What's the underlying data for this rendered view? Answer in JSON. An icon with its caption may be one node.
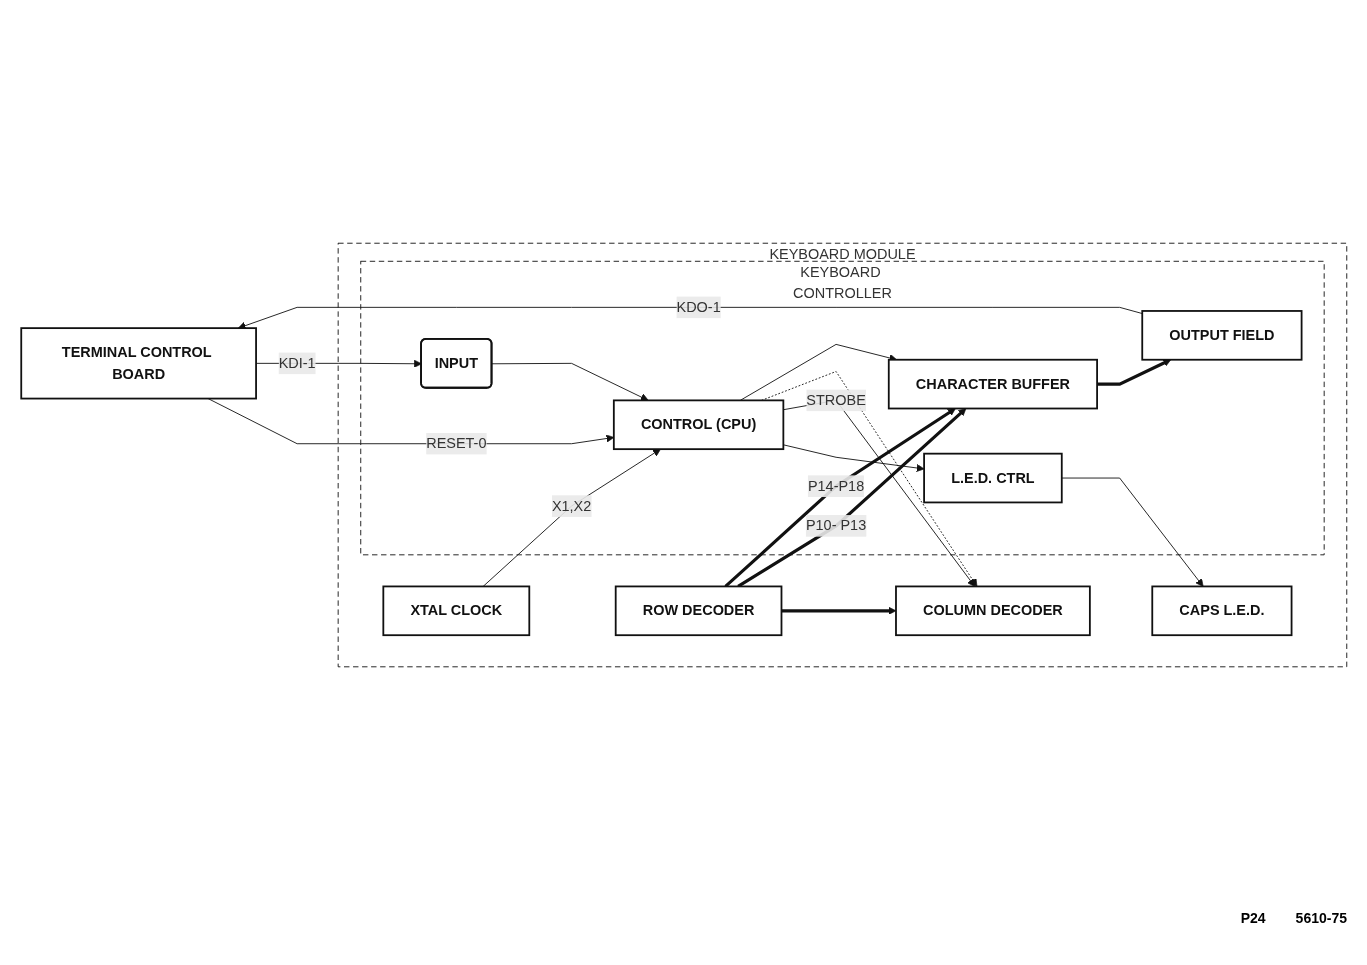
{
  "diagram": {
    "nodes": [
      {
        "text": [
          "TERMINAL CONTROL BOARD"
        ]
      },
      {
        "text": [
          "KEYBOARD MODULE"
        ]
      },
      {
        "text": [
          "XTAL CLOCK"
        ],
        "in": 1
      },
      {
        "text": [
          "CAPS L.E.D."
        ],
        "in": 1
      },
      {
        "text": [
          "KEYBOARD CONTROLLER"
        ],
        "in": 1
      },
      {
        "text": [
          "L.E.D. CTRL"
        ],
        "in": 4
      },
      {
        "text": [
          "CONTROL (CPU)"
        ],
        "in": 4
      },
      {
        "text": [
          "INPUT"
        ],
        "in": 4
      },
      {
        "text": [
          "OUTPUT FIELD"
        ],
        "in": 4
      },
      {
        "text": [
          "CHARACTER BUFFER"
        ],
        "in": 4
      },
      {
        "text": [
          "COLUMN DECODER"
        ],
        "in": 1
      },
      {
        "text": [
          "ROW DECODER"
        ],
        "in": 1
      }
    ],
    "edges": [
      {
        "from": 0,
        "to": 6,
        "arrow": "to",
        "label": "RESET-0"
      },
      {
        "from": 0,
        "to": 7,
        "arrow": "to",
        "label": "KDI-1"
      },
      {
        "from": 7,
        "to": 6,
        "arrow": "to"
      },
      {
        "from": 2,
        "to": 6,
        "arrow": "to",
        "label": "X1,X2"
      },
      {
        "from": 6,
        "to": 5,
        "arrow": "to"
      },
      {
        "from": 5,
        "to": 3,
        "arrow": "to"
      },
      {
        "from": 6,
        "to": 10,
        "arrow": "to",
        "label": "STROBE"
      },
      {
        "from": 6,
        "to": 10,
        "arrow": "to",
        "style": "dashed"
      },
      {
        "from": 6,
        "to": 9,
        "arrow": "to"
      },
      {
        "from": 11,
        "to": 9,
        "arrow": "to",
        "style": "thick",
        "label": "P10- P13"
      },
      {
        "from": 11,
        "to": 10,
        "arrow": "to",
        "style": "thick"
      },
      {
        "from": 11,
        "to": 9,
        "arrow": "to",
        "style": "thick",
        "label": "P14-P18"
      },
      {
        "from": 9,
        "to": 8,
        "arrow": "to",
        "style": "thick"
      },
      {
        "from": 8,
        "to": 0,
        "arrow": "to",
        "label": "KDO-1"
      }
    ],
    "labels": [
      "P24",
      "5610-75"
    ]
  }
}
